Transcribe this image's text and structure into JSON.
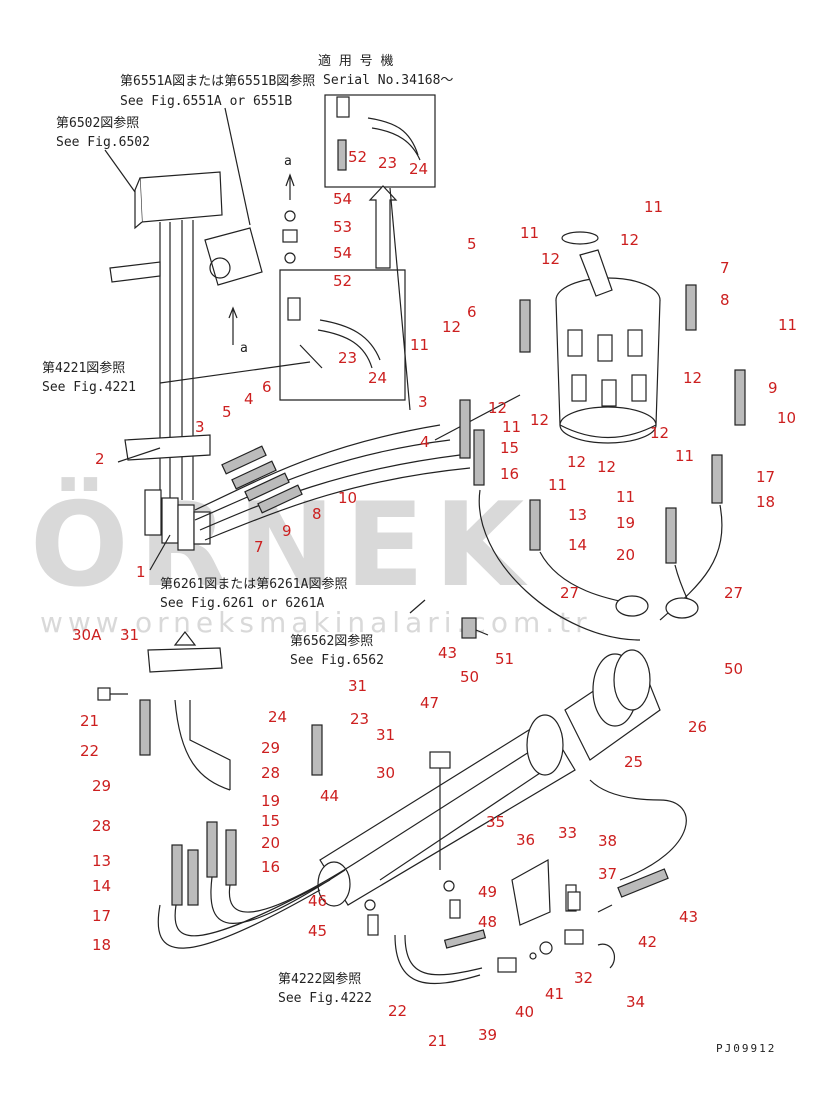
{
  "watermark": {
    "brand": "ÖRNEK",
    "url": "www.orneksmakinalari.com.tr"
  },
  "drawing_code": "PJ09912",
  "references": {
    "serial": {
      "title": "適 用 号 機",
      "text": "Serial No.34168〜"
    },
    "fig6551": {
      "jp": "第6551A図または第6551B図参照",
      "en": "See Fig.6551A or 6551B"
    },
    "fig6502": {
      "jp": "第6502図参照",
      "en": "See Fig.6502"
    },
    "fig4221": {
      "jp": "第4221図参照",
      "en": "See Fig.4221"
    },
    "fig6261": {
      "jp": "第6261図または第6261A図参照",
      "en": "See Fig.6261 or 6261A"
    },
    "fig6562": {
      "jp": "第6562図参照",
      "en": "See Fig.6562"
    },
    "fig4222": {
      "jp": "第4222図参照",
      "en": "See Fig.4222"
    }
  },
  "view_marks": {
    "a_top": "a",
    "a_mid": "a"
  },
  "part_numbers": {
    "p1": "1",
    "p2": "2",
    "p3a": "3",
    "p3b": "3",
    "p4a": "4",
    "p4b": "4",
    "p5a": "5",
    "p5b": "5",
    "p6a": "6",
    "p6b": "6",
    "p7a": "7",
    "p7b": "7",
    "p8a": "8",
    "p8b": "8",
    "p9a": "9",
    "p9b": "9",
    "p10a": "10",
    "p10b": "10",
    "p11a": "11",
    "p11b": "11",
    "p11c": "11",
    "p11d": "11",
    "p11e": "11",
    "p11f": "11",
    "p11g": "11",
    "p11h": "11",
    "p12a": "12",
    "p12b": "12",
    "p12c": "12",
    "p12d": "12",
    "p12e": "12",
    "p12f": "12",
    "p12g": "12",
    "p12h": "12",
    "p12i": "12",
    "p13a": "13",
    "p13b": "13",
    "p14a": "14",
    "p14b": "14",
    "p15a": "15",
    "p15b": "15",
    "p16a": "16",
    "p16b": "16",
    "p17a": "17",
    "p17b": "17",
    "p18a": "18",
    "p18b": "18",
    "p19a": "19",
    "p19b": "19",
    "p20a": "20",
    "p20b": "20",
    "p21a": "21",
    "p21b": "21",
    "p22a": "22",
    "p22b": "22",
    "p23a": "23",
    "p23b": "23",
    "p23c": "23",
    "p24a": "24",
    "p24b": "24",
    "p24c": "24",
    "p25": "25",
    "p26": "26",
    "p27a": "27",
    "p27b": "27",
    "p28a": "28",
    "p28b": "28",
    "p29a": "29",
    "p29b": "29",
    "p30": "30",
    "p30A": "30A",
    "p31a": "31",
    "p31b": "31",
    "p31c": "31",
    "p32": "32",
    "p33": "33",
    "p34": "34",
    "p35": "35",
    "p36": "36",
    "p37": "37",
    "p38": "38",
    "p39": "39",
    "p40": "40",
    "p41": "41",
    "p42": "42",
    "p43a": "43",
    "p43b": "43",
    "p44": "44",
    "p45": "45",
    "p46": "46",
    "p47": "47",
    "p48": "48",
    "p49": "49",
    "p50a": "50",
    "p50b": "50",
    "p51": "51",
    "p52a": "52",
    "p52b": "52",
    "p53": "53",
    "p54a": "54",
    "p54b": "54"
  }
}
